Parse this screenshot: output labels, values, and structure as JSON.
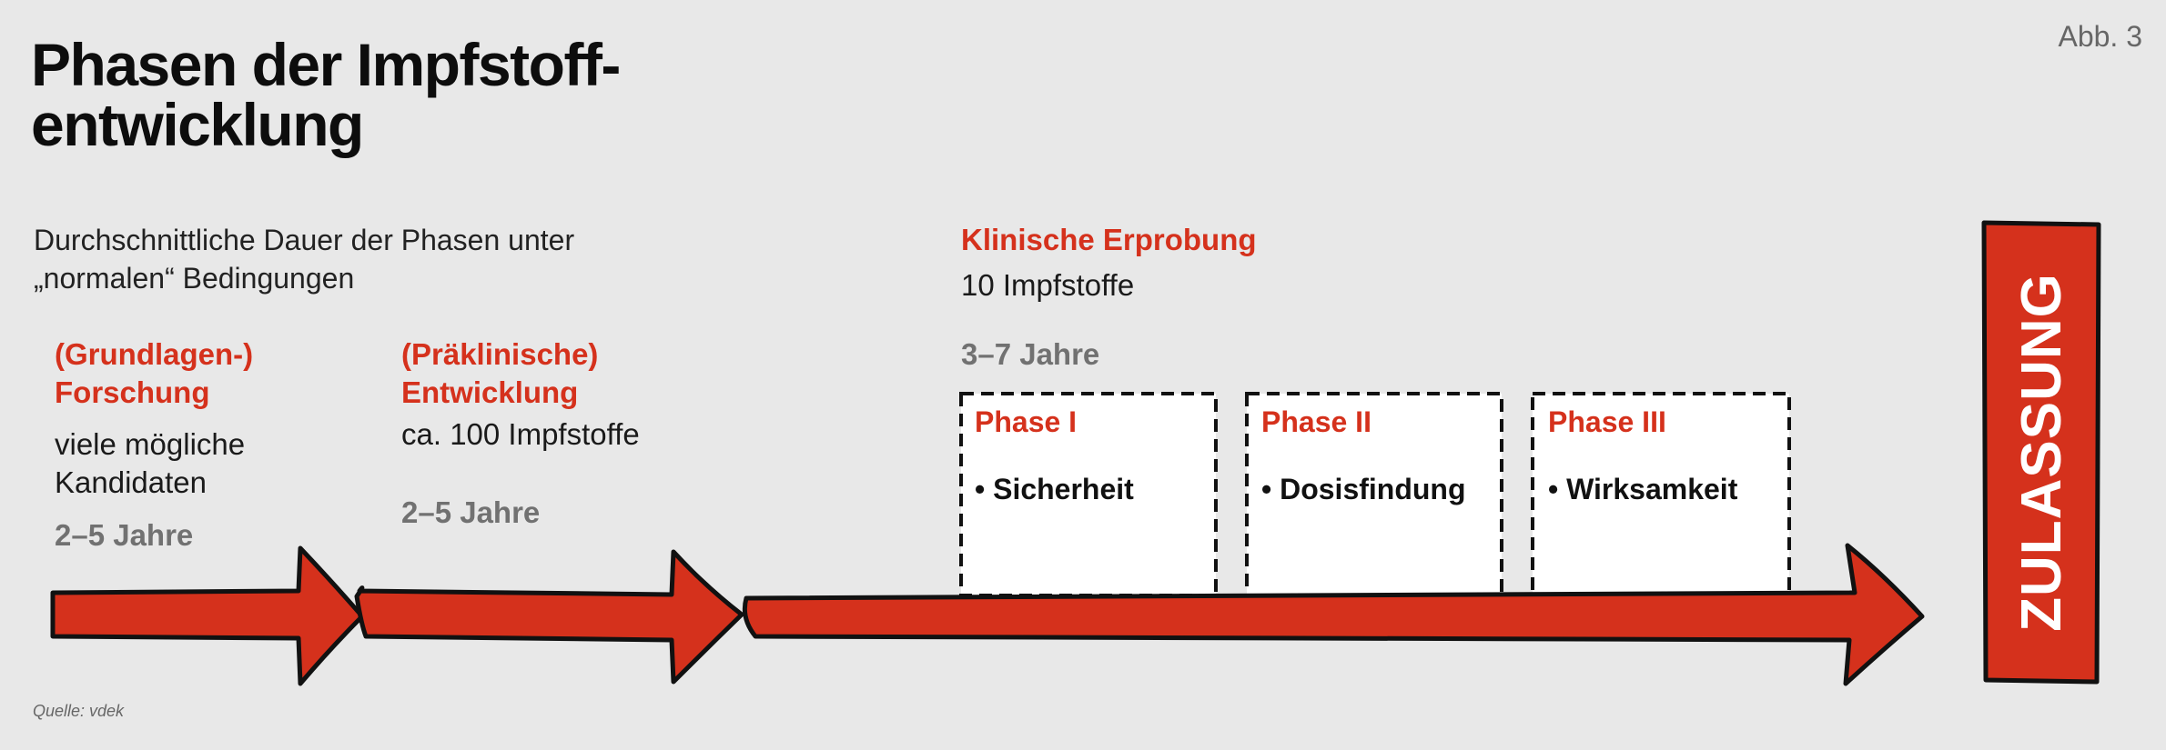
{
  "header": {
    "title_line1": "Phasen der Impfstoff-",
    "title_line2": "entwicklung",
    "figure_label": "Abb. 3",
    "subtitle_line1": "Durchschnittliche Dauer der Phasen unter",
    "subtitle_line2": "„normalen“ Bedingungen"
  },
  "stages": [
    {
      "title_line1": "(Grundlagen-)",
      "title_line2": "Forschung",
      "desc_line1": "viele mögliche",
      "desc_line2": "Kandidaten",
      "duration": "2–5 Jahre"
    },
    {
      "title_line1": "(Präklinische)",
      "title_line2": "Entwicklung",
      "desc_line1": "ca. 100 Impfstoffe",
      "duration": "2–5 Jahre"
    },
    {
      "title_line1": "Klinische Erprobung",
      "desc_line1": "10 Impfstoffe",
      "duration": "3–7 Jahre"
    }
  ],
  "phases": [
    {
      "title": "Phase I",
      "item": "• Sicherheit"
    },
    {
      "title": "Phase II",
      "item": "• Dosisfindung"
    },
    {
      "title": "Phase III",
      "item": "• Wirksamkeit"
    }
  ],
  "approval_label": "ZULASSUNG",
  "source": "Quelle: vdek",
  "colors": {
    "accent_red": "#d5311c",
    "background": "#e8e8e8",
    "duration_gray": "#717171",
    "outline": "#111111"
  }
}
